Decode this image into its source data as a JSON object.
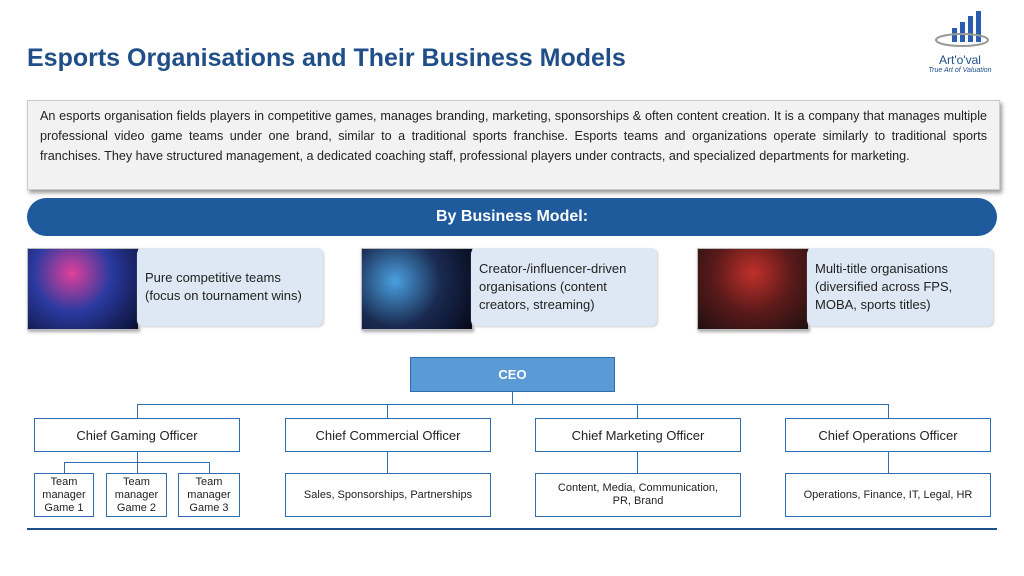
{
  "title": "Esports Organisations and Their Business Models",
  "logo": {
    "name": "Art'o'val",
    "tagline": "True Art of Valuation"
  },
  "description": "An esports organisation fields players in competitive games, manages branding, marketing, sponsorships & often content creation. It is a company that manages multiple professional video game teams under one brand, similar to a traditional sports franchise. Esports teams and organizations operate similarly to traditional sports franchises. They have structured management, a dedicated coaching staff, professional players under contracts, and specialized departments for marketing.",
  "banner": "By Business Model:",
  "models": [
    {
      "label": "Pure competitive teams (focus on tournament wins)"
    },
    {
      "label": "Creator-/influencer-driven organisations (content creators, streaming)"
    },
    {
      "label": "Multi-title organisations (diversified across FPS, MOBA, sports titles)"
    }
  ],
  "org": {
    "ceo": "CEO",
    "officers": [
      "Chief Gaming Officer",
      "Chief Commercial Officer",
      "Chief Marketing Officer",
      "Chief Operations Officer"
    ],
    "team_managers": [
      "Team manager Game 1",
      "Team manager Game 2",
      "Team manager Game 3"
    ],
    "commercial": "Sales, Sponsorships, Partnerships",
    "marketing": "Content, Media, Communication, PR, Brand",
    "operations": "Operations, Finance, IT, Legal, HR"
  }
}
